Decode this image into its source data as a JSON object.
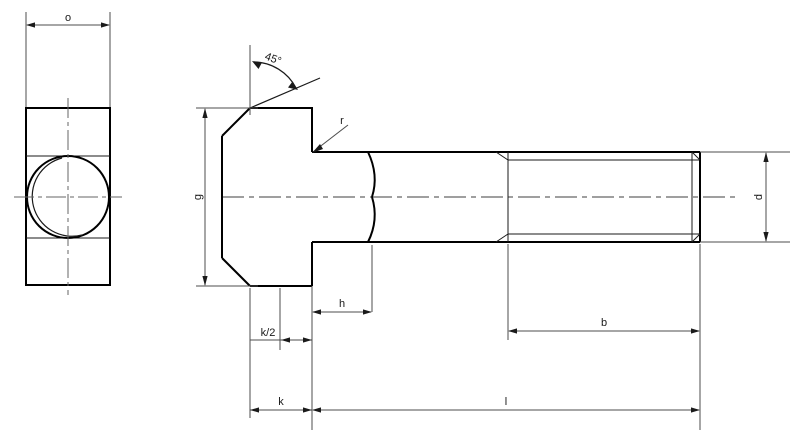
{
  "drawing": {
    "type": "engineering-drawing",
    "subject": "T-head bolt (hammer head bolt) - orthographic technical drawing",
    "views": [
      {
        "name": "end-view",
        "position": "left",
        "description": "square head end view with threaded shank circle"
      },
      {
        "name": "side-view",
        "position": "right",
        "description": "longitudinal section of T-head bolt with threaded end"
      }
    ],
    "line_colors": {
      "outline": "#000000",
      "dimension": "#4d4d4d",
      "centerline": "#666666",
      "thin": "#333333",
      "text": "#1a1a1a"
    }
  },
  "dimensions": {
    "o": {
      "label": "o",
      "view": "end-view",
      "orientation": "horizontal",
      "position": "top",
      "meaning": "head width across flats"
    },
    "g": {
      "label": "g",
      "view": "side-view",
      "orientation": "vertical",
      "position": "left",
      "meaning": "head height"
    },
    "d": {
      "label": "d",
      "view": "side-view",
      "orientation": "vertical",
      "position": "right",
      "meaning": "thread / shank diameter"
    },
    "h": {
      "label": "h",
      "view": "side-view",
      "orientation": "horizontal",
      "position": "below-head",
      "meaning": "head thickness at shank"
    },
    "k_half": {
      "label": "k/2",
      "view": "side-view",
      "orientation": "horizontal",
      "position": "below-head",
      "meaning": "half head depth"
    },
    "k": {
      "label": "k",
      "view": "side-view",
      "orientation": "horizontal",
      "position": "bottom",
      "meaning": "head depth"
    },
    "b": {
      "label": "b",
      "view": "side-view",
      "orientation": "horizontal",
      "position": "bottom",
      "meaning": "thread length"
    },
    "l": {
      "label": "l",
      "view": "side-view",
      "orientation": "horizontal",
      "position": "bottom",
      "meaning": "shank length under head"
    }
  },
  "annotations": {
    "angle": {
      "label": "45°",
      "meaning": "chamfer angle on head underside"
    },
    "radius_leader": {
      "label": "r",
      "meaning": "fillet radius callout at head-to-shank transition"
    }
  }
}
